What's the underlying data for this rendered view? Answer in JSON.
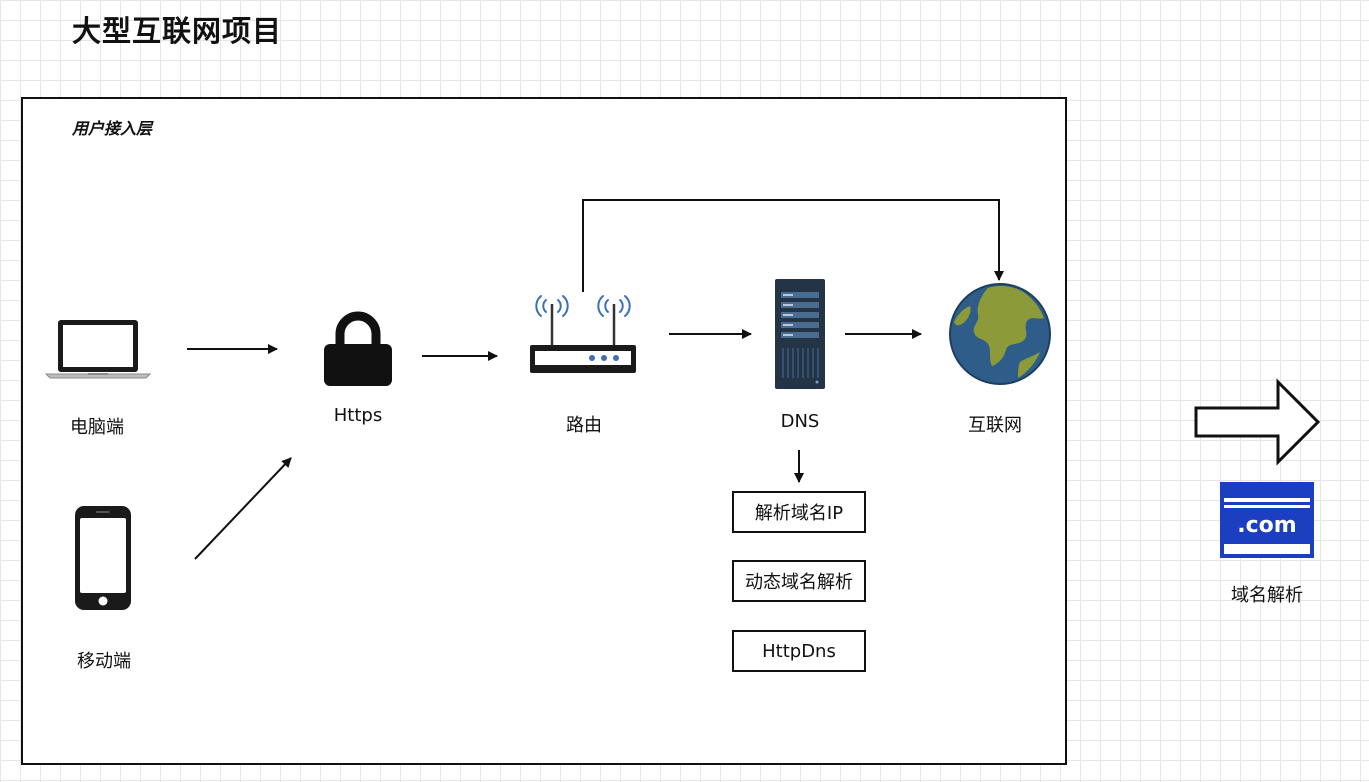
{
  "title": "大型互联网项目",
  "layer": {
    "label": "用户接入层"
  },
  "nodes": {
    "pc": "电脑端",
    "mobile": "移动端",
    "https": "Https",
    "router": "路由",
    "dns": "DNS",
    "internet": "互联网"
  },
  "dns_methods": [
    "解析域名IP",
    "动态域名解析",
    "HttpDns"
  ],
  "side": {
    "icon_text": ".com",
    "label": "域名解析"
  },
  "colors": {
    "line": "#111111",
    "globe_ocean": "#2f5d8a",
    "globe_land": "#8c9a3a",
    "server": "#243447",
    "browser_blue": "#1c3fc1",
    "router_antenna": "#3b6fb6"
  },
  "icons": [
    "laptop-icon",
    "phone-icon",
    "lock-icon",
    "router-icon",
    "server-icon",
    "globe-icon",
    "browser-com-icon",
    "hollow-arrow-icon"
  ]
}
